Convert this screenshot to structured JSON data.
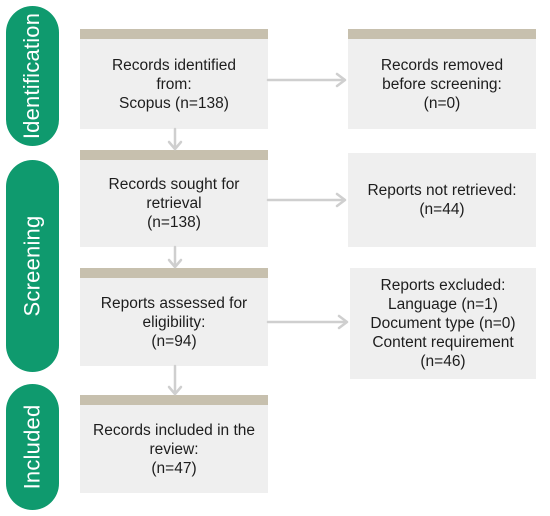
{
  "phases": {
    "identification": "Identification",
    "screening": "Screening",
    "included": "Included"
  },
  "boxes": {
    "records_identified": "Records identified\nfrom:\nScopus (n=138)",
    "records_removed": "Records removed\nbefore screening:\n(n=0)",
    "records_sought": "Records sought for\nretrieval\n(n=138)",
    "reports_not_retrieved": "Reports not retrieved:\n(n=44)",
    "reports_assessed": "Reports assessed for\neligibility:\n(n=94)",
    "reports_excluded": "Reports excluded:\nLanguage (n=1)\nDocument type (n=0)\nContent requirement\n(n=46)",
    "records_included": "Records included in the\nreview:\n(n=47)"
  },
  "colors": {
    "phase_green": "#0f9a6e",
    "box_fill": "#efefef",
    "box_bar": "#c7c0ae",
    "arrow": "#cfcfcf"
  }
}
